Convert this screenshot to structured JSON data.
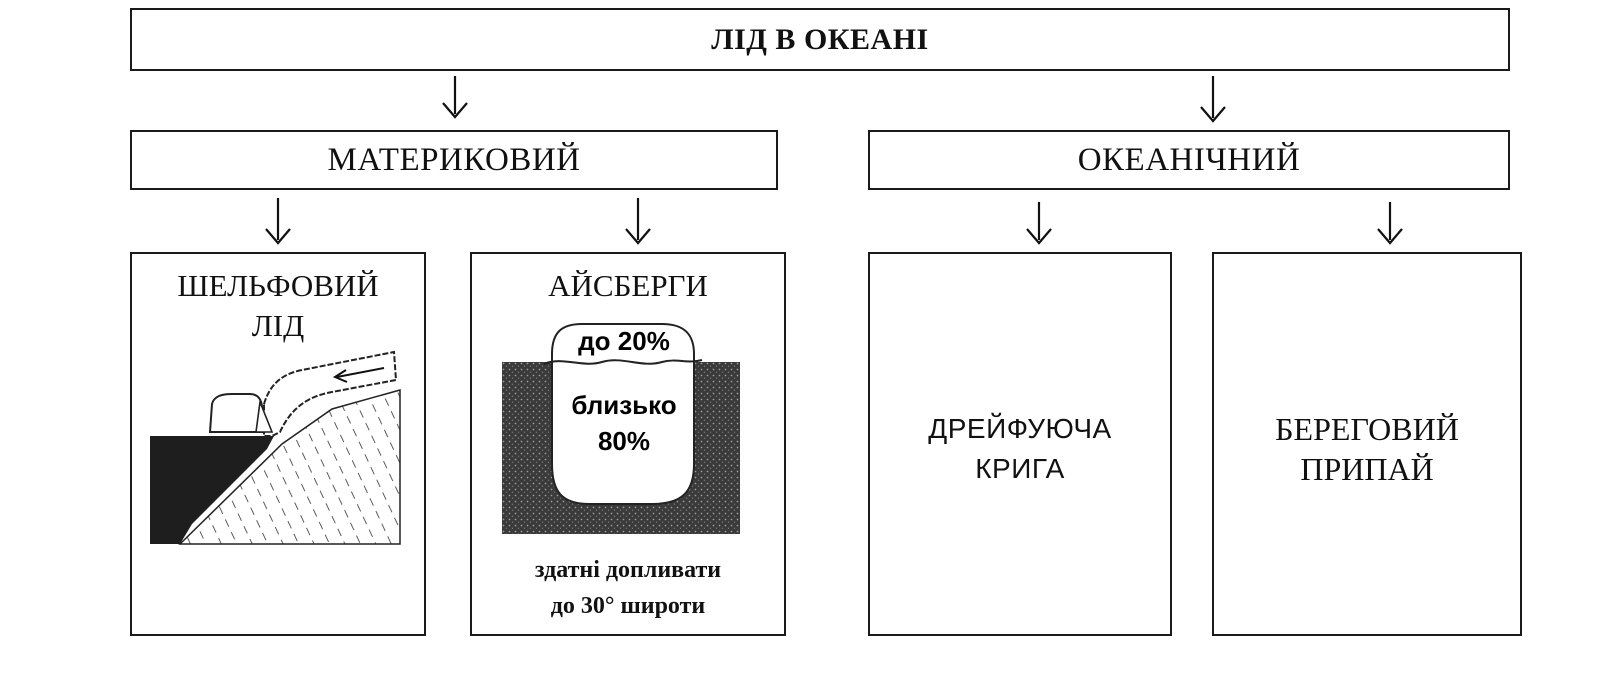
{
  "root": {
    "title": "ЛІД В ОКЕАНІ"
  },
  "continental": {
    "label": "МАТЕРИКОВИЙ",
    "shelf": {
      "title_line1": "ШЕЛЬФОВИЙ",
      "title_line2": "ЛІД"
    },
    "icebergs": {
      "title": "АЙСБЕРГИ",
      "above": "до 20%",
      "below_line1": "близько",
      "below_line2": "80%",
      "note_line1": "здатні допливати",
      "note_line2": "до 30° широти"
    }
  },
  "oceanic": {
    "label": "ОКЕАНІЧНИЙ",
    "drift": {
      "line1": "ДРЕЙФУЮЧА",
      "line2": "КРИГА"
    },
    "fast": {
      "line1": "БЕРЕГОВИЙ",
      "line2": "ПРИПАЙ"
    }
  }
}
